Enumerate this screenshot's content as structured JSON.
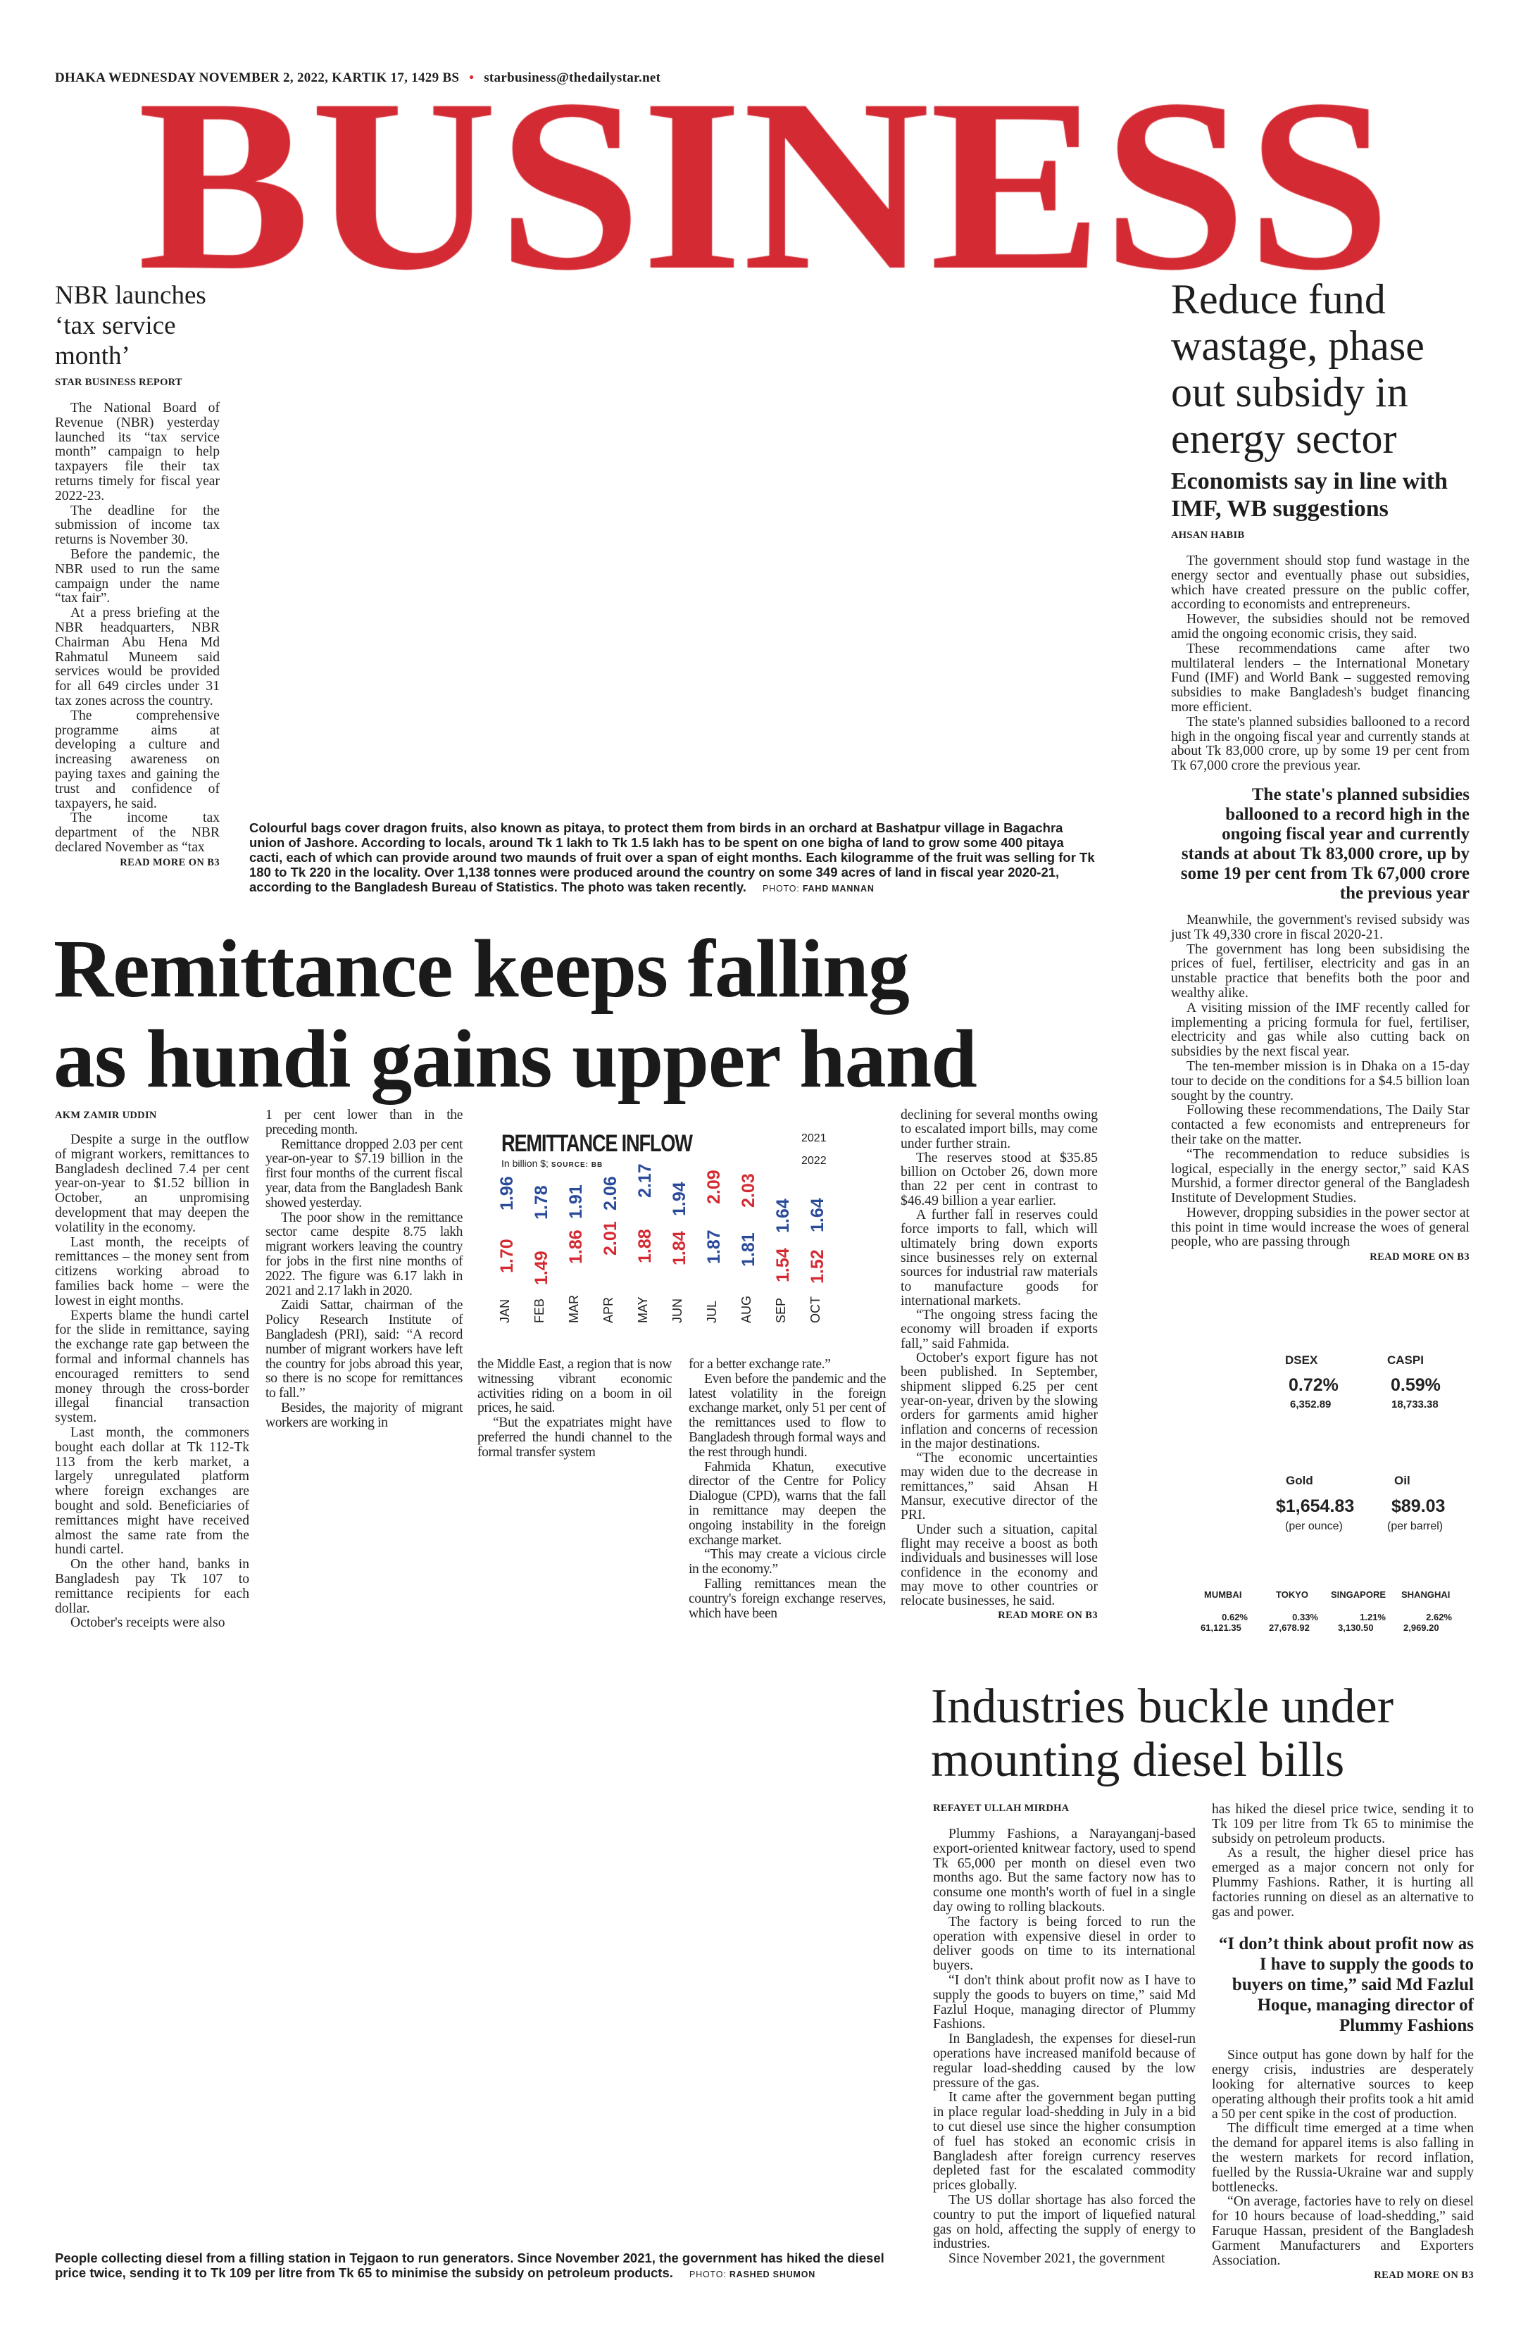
{
  "header": {
    "dateline": "DHAKA WEDNESDAY NOVEMBER 2, 2022, KARTIK 17, 1429 BS",
    "email": "starbusiness@thedailystar.net",
    "section_title": "BUSINESS",
    "accent_color": "#d42a33"
  },
  "nbr": {
    "headline": "NBR launches ‘tax service month’",
    "byline": "STAR BUSINESS REPORT",
    "paragraphs": [
      "The National Board of Revenue (NBR) yesterday launched its “tax service month” campaign to help taxpayers file their tax returns timely for fiscal year 2022-23.",
      "The deadline for the submission of income tax returns is November 30.",
      "Before the pandemic, the NBR used to run the same campaign under the name “tax fair”.",
      "At a press briefing at the NBR headquarters, NBR Chairman Abu Hena Md Rahmatul Muneem said services would be provided for all 649 circles under 31 tax zones across the country.",
      "The comprehensive programme aims at developing a culture and increasing awareness on paying taxes and gaining the trust and confidence of taxpayers, he said.",
      "The income tax department of the NBR declared November as “tax"
    ],
    "read_more": "READ MORE ON B3"
  },
  "photo_top": {
    "caption": "Colourful bags cover dragon fruits, also known as pitaya, to protect them from birds in an orchard at Bashatpur village in Bagachra union of Jashore. According to locals, around Tk 1 lakh to Tk 1.5 lakh has to be spent on one bigha of land to grow some 400 pitaya cacti, each of which can provide around two maunds of fruit over a span of eight months. Each kilogramme of the fruit was selling for Tk 180 to Tk 220 in the locality. Over 1,138 tonnes were produced around the country on some 349 acres of land in fiscal year 2020-21, according to the Bangladesh Bureau of Statistics. The photo was taken recently.",
    "credit_label": "PHOTO:",
    "credit_name": "FAHD MANNAN"
  },
  "energy": {
    "headline": "Reduce fund wastage, phase out subsidy in energy sector",
    "subhead": "Economists say in line with IMF, WB suggestions",
    "byline": "AHSAN HABIB",
    "paragraphs_a": [
      "The government should stop fund wastage in the energy sector and eventually phase out subsidies, which have created pressure on the public coffer, according to economists and entrepreneurs.",
      "However, the subsidies should not be removed amid the ongoing economic crisis, they said.",
      "These recommendations came after two multilateral lenders – the International Monetary Fund (IMF) and World Bank – suggested removing subsidies to make Bangladesh's budget financing more efficient.",
      "The state's planned subsidies ballooned to a record high in the ongoing fiscal year and currently stands at about Tk 83,000 crore, up by some 19 per cent from Tk 67,000 crore the previous year."
    ],
    "pull_quote": "The state's planned subsidies ballooned to a record high in the ongoing fiscal year and currently stands at about Tk 83,000 crore, up by some 19 per cent from Tk 67,000 crore the previous year",
    "paragraphs_b": [
      "Meanwhile, the government's revised subsidy was just Tk 49,330 crore in fiscal 2020-21.",
      "The government has long been subsidising the prices of fuel, fertiliser, electricity and gas in an unstable practice that benefits both the poor and wealthy alike.",
      "A visiting mission of the IMF recently called for implementing a pricing formula for fuel, fertiliser, electricity and gas while also cutting back on subsidies by the next fiscal year.",
      "The ten-member mission is in Dhaka on a 15-day tour to decide on the conditions for a $4.5 billion loan sought by the country.",
      "Following these recommendations, The Daily Star contacted a few economists and entrepreneurs for their take on the matter.",
      "“The recommendation to reduce subsidies is logical, especially in the energy sector,” said KAS Murshid, a former director general of the Bangladesh Institute of Development Studies.",
      "However, dropping subsidies in the power sector at this point in time would increase the woes of general people, who are passing through"
    ],
    "read_more": "READ MORE ON B3"
  },
  "markets": {
    "dsex": {
      "label": "DSEX",
      "change": "0.72%",
      "value": "6,352.89"
    },
    "caspi": {
      "label": "CASPI",
      "change": "0.59%",
      "value": "18,733.38"
    },
    "gold": {
      "label": "Gold",
      "price": "$1,654.83",
      "unit": "(per ounce)"
    },
    "oil": {
      "label": "Oil",
      "price": "$89.03",
      "unit": "(per barrel)"
    },
    "asia": [
      {
        "city": "MUMBAI",
        "change": "0.62%",
        "value": "61,121.35"
      },
      {
        "city": "TOKYO",
        "change": "0.33%",
        "value": "27,678.92"
      },
      {
        "city": "SINGAPORE",
        "change": "1.21%",
        "value": "3,130.50"
      },
      {
        "city": "SHANGHAI",
        "change": "2.62%",
        "value": "2,969.20"
      }
    ]
  },
  "remittance": {
    "headline_line1": "Remittance keeps falling",
    "headline_line2": "as hundi gains upper hand",
    "byline": "AKM ZAMIR UDDIN",
    "col1": [
      "Despite a surge in the outflow of migrant workers, remittances to Bangladesh declined 7.4 per cent year-on-year to $1.52 billion in October, an unpromising development that may deepen the volatility in the economy.",
      "Last month, the receipts of remittances – the money sent from citizens working abroad to families back home – were the lowest in eight months.",
      "Experts blame the hundi cartel for the slide in remittance, saying the exchange rate gap between the formal and informal channels has encouraged remitters to send money through the cross-border illegal financial transaction system.",
      "Last month, the commoners bought each dollar at Tk 112-Tk 113 from the kerb market, a largely unregulated platform where foreign exchanges are bought and sold. Beneficiaries of remittances might have received almost the same rate from the hundi cartel.",
      "On the other hand, banks in Bangladesh pay Tk 107 to remittance recipients for each dollar.",
      "October's receipts were also"
    ],
    "col2": [
      "1 per cent lower than in the preceding month.",
      "Remittance dropped 2.03 per cent year-on-year to $7.19 billion in the first four months of the current fiscal year, data from the Bangladesh Bank showed yesterday.",
      "The poor show in the remittance sector came despite 8.75 lakh migrant workers leaving the country for jobs in the first nine months of 2022. The figure was 6.17 lakh in 2021 and 2.17 lakh in 2020.",
      "Zaidi Sattar, chairman of the Policy Research Institute of Bangladesh (PRI), said: “A record number of migrant workers have left the country for jobs abroad this year, so there is no scope for remittances to fall.”",
      "Besides, the majority of migrant workers are working in"
    ],
    "col3": [
      "the Middle East, a region that is now witnessing vibrant economic activities riding on a boom in oil prices, he said.",
      "“But the expatriates might have preferred the hundi channel to the formal transfer system"
    ],
    "col4": [
      "for a better exchange rate.”",
      "Even before the pandemic and the latest volatility in the foreign exchange market, only 51 per cent of the remittances used to flow to Bangladesh through formal ways and the rest through hundi.",
      "Fahmida Khatun, executive director of the Centre for Policy Dialogue (CPD), warns that the fall in remittance may deepen the ongoing instability in the foreign exchange market.",
      "“This may create a vicious circle in the economy.”",
      "Falling remittances mean the country's foreign exchange reserves, which have been"
    ],
    "col5": [
      "declining for several months owing to escalated import bills, may come under further strain.",
      "The reserves stood at $35.85 billion on October 26, down more than 22 per cent in contrast to $46.49 billion a year earlier.",
      "A further fall in reserves could force imports to fall, which will ultimately bring down exports since businesses rely on external sources for industrial raw materials to manufacture goods for international markets.",
      "“The ongoing stress facing the economy will broaden if exports fall,” said Fahmida.",
      "October's export figure has not been published. In September, shipment slipped 6.25 per cent year-on-year, driven by the slowing orders for garments amid higher inflation and concerns of recession in the major destinations.",
      "“The economic uncertainties may widen due to the decrease in remittances,” said Ahsan H Mansur, executive director of the PRI.",
      "Under such a situation, capital flight may receive a boost as both individuals and businesses will lose confidence in the economy and may move to other countries or relocate businesses, he said."
    ],
    "read_more": "READ MORE ON B3"
  },
  "chart_data": {
    "type": "table",
    "title": "REMITTANCE INFLOW",
    "subtitle": "In billion $;",
    "source": "SOURCE: BB",
    "categories": [
      "JAN",
      "FEB",
      "MAR",
      "APR",
      "MAY",
      "JUN",
      "JUL",
      "AUG",
      "SEP",
      "OCT"
    ],
    "series": [
      {
        "name": "2021",
        "color": "#2a4a9a",
        "values": [
          "1.96",
          "1.78",
          "1.91",
          "2.06",
          "2.17",
          "1.94",
          "1.87",
          "1.81",
          "1.64",
          "1.64"
        ]
      },
      {
        "name": "2022",
        "color": "#d42a33",
        "values": [
          "1.70",
          "1.49",
          "1.86",
          "2.01",
          "1.88",
          "1.84",
          "2.09",
          "2.03",
          "1.54",
          "1.52"
        ]
      }
    ]
  },
  "photo_bottom": {
    "caption": "People collecting diesel from a filling station in Tejgaon to run generators. Since November 2021, the government has hiked the diesel price twice, sending it to Tk 109 per litre from Tk 65 to minimise the subsidy on petroleum products.",
    "credit_label": "PHOTO:",
    "credit_name": "RASHED SHUMON"
  },
  "diesel": {
    "headline": "Industries buckle under mounting diesel bills",
    "byline": "REFAYET ULLAH MIRDHA",
    "col1": [
      "Plummy Fashions, a Narayanganj-based export-oriented knitwear factory, used to spend Tk 65,000 per month on diesel even two months ago. But the same factory now has to consume one month's worth of fuel in a single day owing to rolling blackouts.",
      "The factory is being forced to run the operation with expensive diesel in order to deliver goods on time to its international buyers.",
      "“I don't think about profit now as I have to supply the goods to buyers on time,” said Md Fazlul Hoque, managing director of Plummy Fashions.",
      "In Bangladesh, the expenses for diesel-run operations have increased manifold because of regular load-shedding caused by the low pressure of the gas.",
      "It came after the government began putting in place regular load-shedding in July in a bid to cut diesel use since the higher consumption of fuel has stoked an economic crisis in Bangladesh after foreign currency reserves depleted fast for the escalated commodity prices globally.",
      "The US dollar shortage has also forced the country to put the import of liquefied natural gas on hold, affecting the supply of energy to industries.",
      "Since November 2021, the government"
    ],
    "col2a": [
      "has hiked the diesel price twice, sending it to Tk 109 per litre from Tk 65 to minimise the subsidy on petroleum products.",
      "As a result, the higher diesel price has emerged as a major concern not only for Plummy Fashions. Rather, it is hurting all factories running on diesel as an alternative to gas and power."
    ],
    "pull_quote": "“I don’t think about profit now as I have to supply the goods to buyers on time,” said Md Fazlul Hoque, managing director of Plummy Fashions",
    "col2b": [
      "Since output has gone down by half for the energy crisis, industries are desperately looking for alternative sources to keep operating although their profits took a hit amid a 50 per cent spike in the cost of production.",
      "The difficult time emerged at a time when the demand for apparel items is also falling in the western markets for record inflation, fuelled by the Russia-Ukraine war and supply bottlenecks.",
      "“On average, factories have to rely on diesel for 10 hours because of load-shedding,” said Faruque Hassan, president of the Bangladesh Garment Manufacturers and Exporters Association."
    ],
    "read_more": "READ MORE ON B3"
  }
}
